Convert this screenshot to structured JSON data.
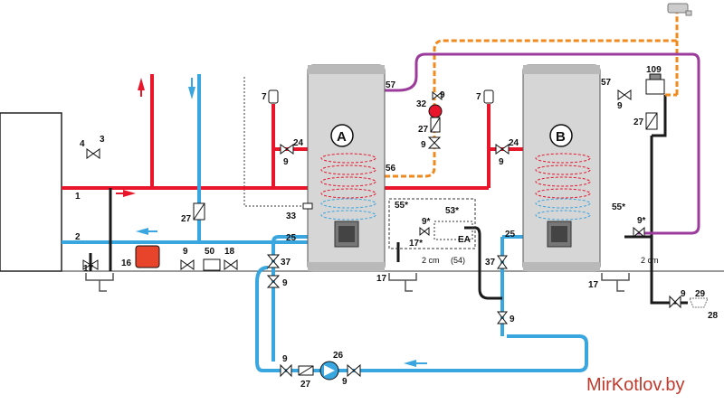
{
  "tanks": {
    "a": {
      "letter": "A"
    },
    "b": {
      "letter": "B"
    }
  },
  "labels": {
    "l1": "1",
    "l2": "2",
    "l3": "3",
    "l4": "4",
    "l7a": "7",
    "l7b": "7",
    "l9": "9",
    "l16": "16",
    "l17a": "17",
    "l17b": "17",
    "l17c": "17",
    "l17d": "17*",
    "l18": "18",
    "l24a": "24",
    "l24b": "24",
    "l25a": "25",
    "l25b": "25",
    "l26": "26",
    "l27a": "27",
    "l27b": "27",
    "l27c": "27",
    "l27d": "27",
    "l28": "28",
    "l29": "29",
    "l32": "32",
    "l33": "33",
    "l37a": "37",
    "l37b": "37",
    "l50": "50",
    "l53": "53*",
    "l55a": "55*",
    "l55b": "55*",
    "l56": "56",
    "l57a": "57",
    "l57b": "57",
    "l9star_a": "9*",
    "l9star_b": "9*",
    "l109": "109",
    "lEA": "EA",
    "dim_a": "2 cm",
    "dim_a2": "(54)",
    "dim_b": "2 cm"
  },
  "watermark": "MirKotlov.by",
  "colors": {
    "hot": "#e8152b",
    "cold": "#3aa6e0",
    "recirc": "#f08a1e",
    "purple": "#9b3b9b",
    "black": "#1a1a1a",
    "tank": "#cfcfcf"
  }
}
